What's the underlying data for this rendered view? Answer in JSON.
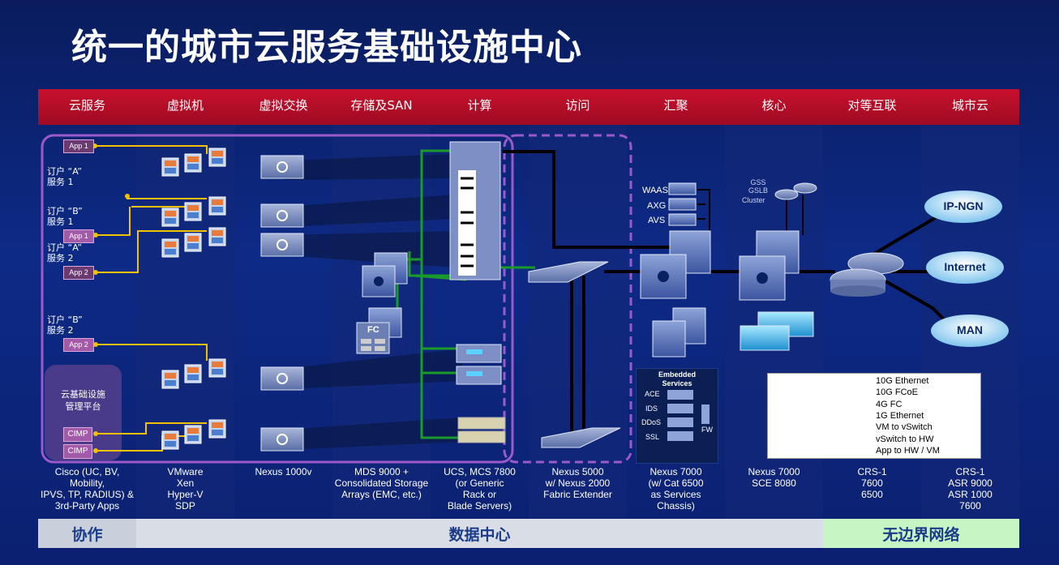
{
  "title": "统一的城市云服务基础设施中心",
  "header": [
    "云服务",
    "虚拟机",
    "虚拟交换",
    "存储及SAN",
    "计算",
    "访问",
    "汇聚",
    "核心",
    "对等互联",
    "城市云"
  ],
  "captions": [
    [
      "Cisco (UC, BV, Mobility,",
      "IPVS, TP, RADIUS) &",
      "3rd-Party Apps"
    ],
    [
      "VMware",
      "Xen",
      "Hyper-V",
      "SDP"
    ],
    [
      "Nexus 1000v"
    ],
    [
      "MDS 9000 +",
      "Consolidated Storage",
      "Arrays (EMC, etc.)"
    ],
    [
      "UCS, MCS 7800",
      "(or Generic",
      "Rack or",
      "Blade Servers)"
    ],
    [
      "Nexus 5000",
      "w/ Nexus 2000",
      "Fabric Extender"
    ],
    [
      "Nexus 7000",
      "(w/ Cat 6500",
      "as Services",
      "Chassis)"
    ],
    [
      "Nexus 7000",
      "SCE 8080"
    ],
    [
      "CRS-1",
      "7600",
      "6500"
    ],
    [
      "CRS-1",
      "ASR 9000",
      "ASR 1000",
      "7600"
    ]
  ],
  "bottom": {
    "collab": "协作",
    "dc": "数据中心",
    "borderless": "无边界网络"
  },
  "tenants": {
    "a1": [
      "订户 “A”",
      "服务 1"
    ],
    "b1": [
      "订户 “B”",
      "服务 1"
    ],
    "a2": [
      "订户 “A”",
      "服务 2"
    ],
    "b2": [
      "订户 “B”",
      "服务 2"
    ]
  },
  "apps": {
    "app1_top": "App 1",
    "app1_mid": "App 1",
    "app2_mid": "App 2",
    "app2_low": "App 2"
  },
  "mgmt": {
    "label": [
      "云基础设施",
      "管理平台"
    ],
    "cimp1": "CIMP",
    "cimp2": "CIMP"
  },
  "fc_label": "FC",
  "agg_services": [
    "WAAS",
    "AXG",
    "AVS"
  ],
  "gss_label": [
    "GSS",
    "GSLB",
    "Cluster"
  ],
  "embedded": {
    "title": [
      "Embedded",
      "Services"
    ],
    "items": [
      "ACE",
      "IDS",
      "DDoS",
      "SSL"
    ],
    "fw": "FW"
  },
  "clouds": [
    "IP-NGN",
    "Internet",
    "MAN"
  ],
  "legend": [
    {
      "label": "10G Ethernet",
      "style": "10g-eth"
    },
    {
      "label": "10G FCoE",
      "style": "10g-fcoe"
    },
    {
      "label": "4G FC",
      "style": "4g-fc"
    },
    {
      "label": "1G Ethernet",
      "style": "1g-eth"
    },
    {
      "label": "VM to vSwitch",
      "style": "vm-vswitch"
    },
    {
      "label": "vSwitch  to HW",
      "style": "vswitch-hw"
    },
    {
      "label": "App to HW / VM",
      "style": "app-hw"
    }
  ],
  "colors": {
    "header_red": "#c8102e",
    "fc_green": "#1a9a2a",
    "app_yellow": "#f2c200",
    "purple_frame": "#9b59c9",
    "collab_bar": "#c9d0dc",
    "dc_bar": "#d9dde5",
    "borderless_bar": "#c8f5c4"
  }
}
